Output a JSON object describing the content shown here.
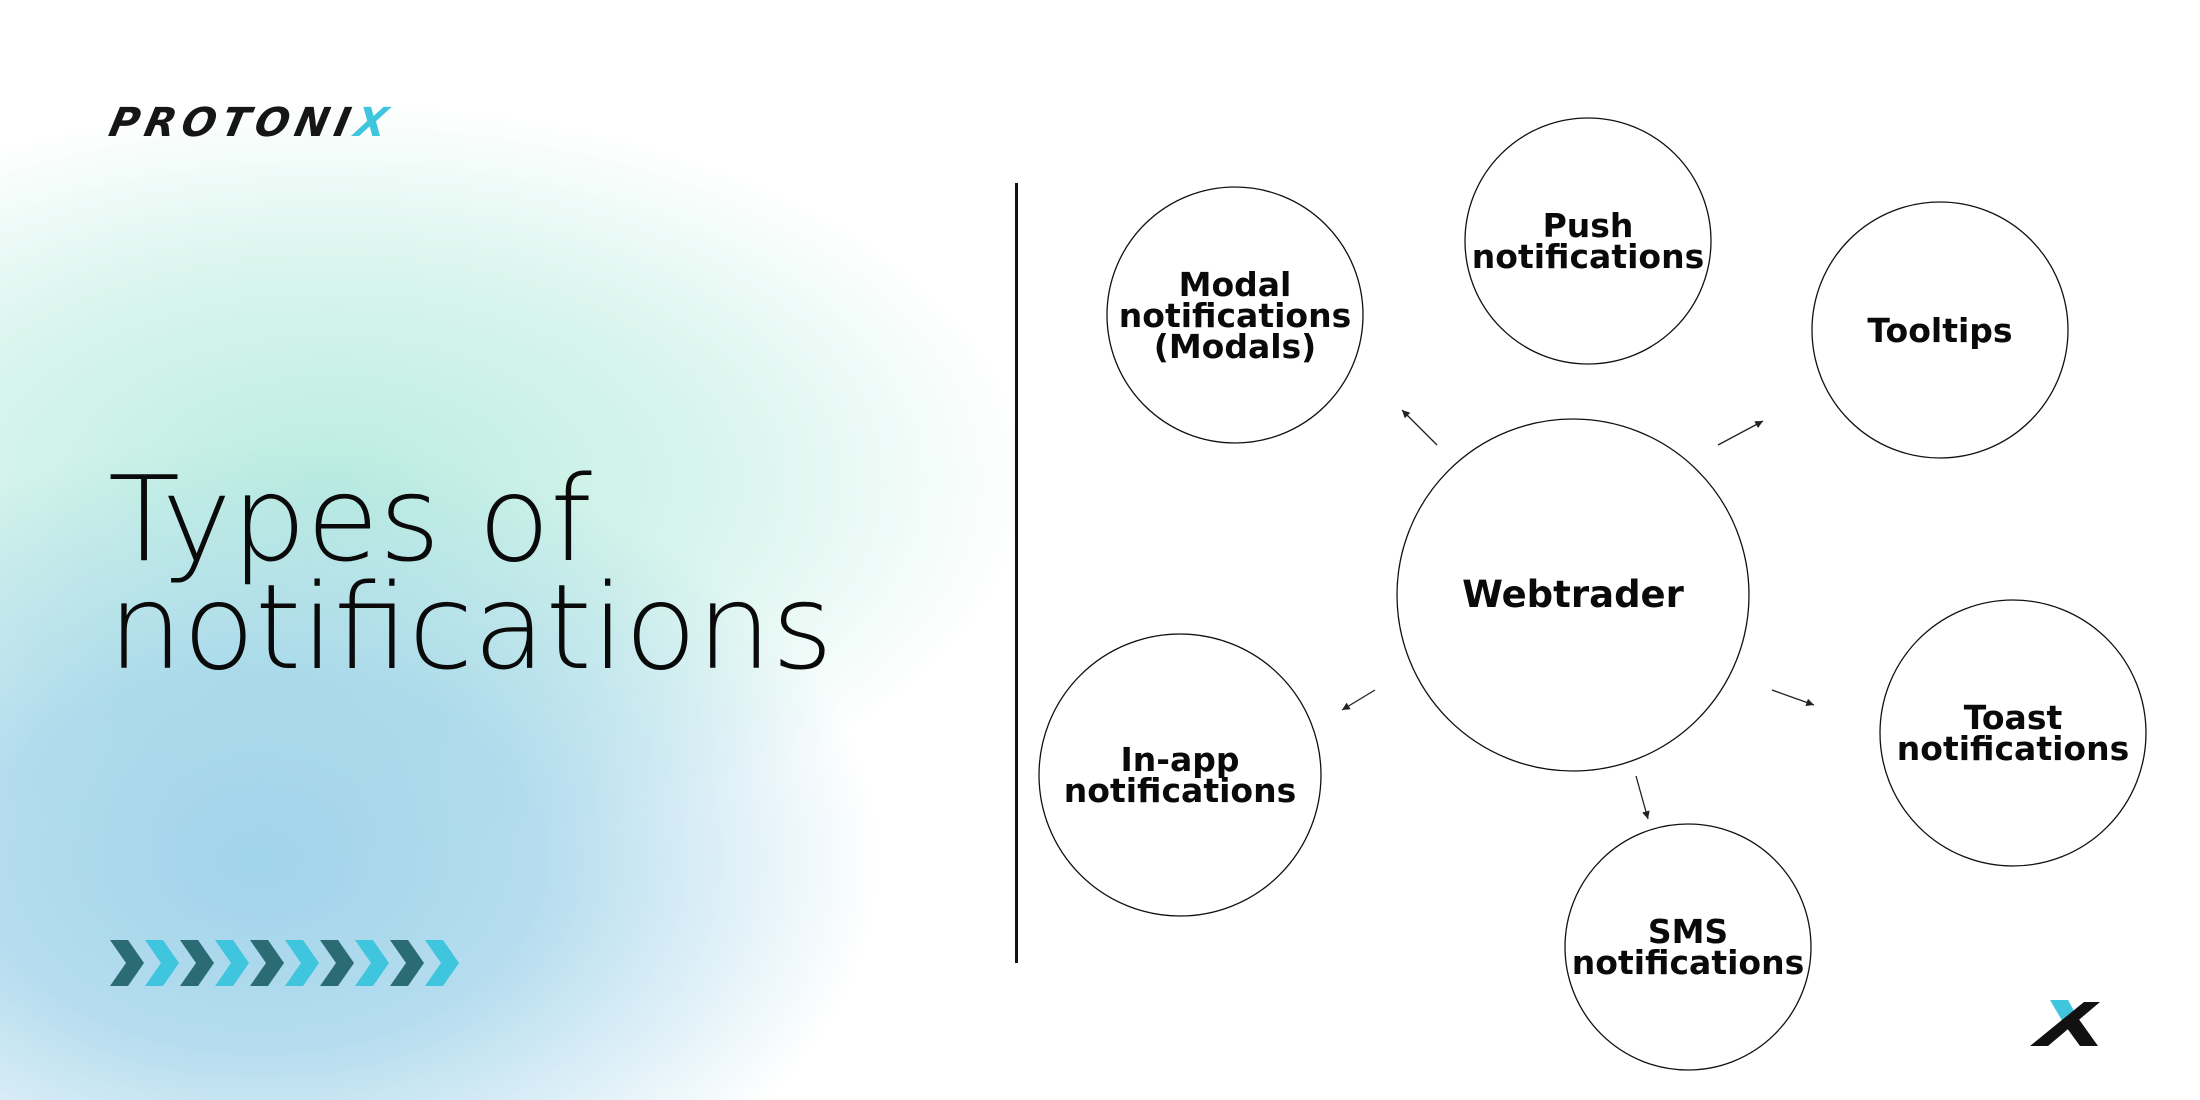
{
  "brand": {
    "logo_text_main": "PROTONI",
    "logo_text_accent": "X",
    "accent_color": "#3fc5de",
    "dark_color": "#2b6b74"
  },
  "heading": {
    "line1": "Types of",
    "line2": "notifications"
  },
  "diagram": {
    "center": "Webtrader",
    "nodes": [
      {
        "id": "modal",
        "label_lines": [
          "Modal",
          "notifications",
          "(Modals)"
        ]
      },
      {
        "id": "push",
        "label_lines": [
          "Push",
          "notifications"
        ]
      },
      {
        "id": "tooltips",
        "label_lines": [
          "Tooltips"
        ]
      },
      {
        "id": "toast",
        "label_lines": [
          "Toast",
          "notifications"
        ]
      },
      {
        "id": "sms",
        "label_lines": [
          "SMS",
          "notifications"
        ]
      },
      {
        "id": "inapp",
        "label_lines": [
          "In-app",
          "notifications"
        ]
      }
    ]
  },
  "icons": {
    "chevron_strip": "chevron-right-icon",
    "corner": "protonix-x-mark-icon"
  }
}
